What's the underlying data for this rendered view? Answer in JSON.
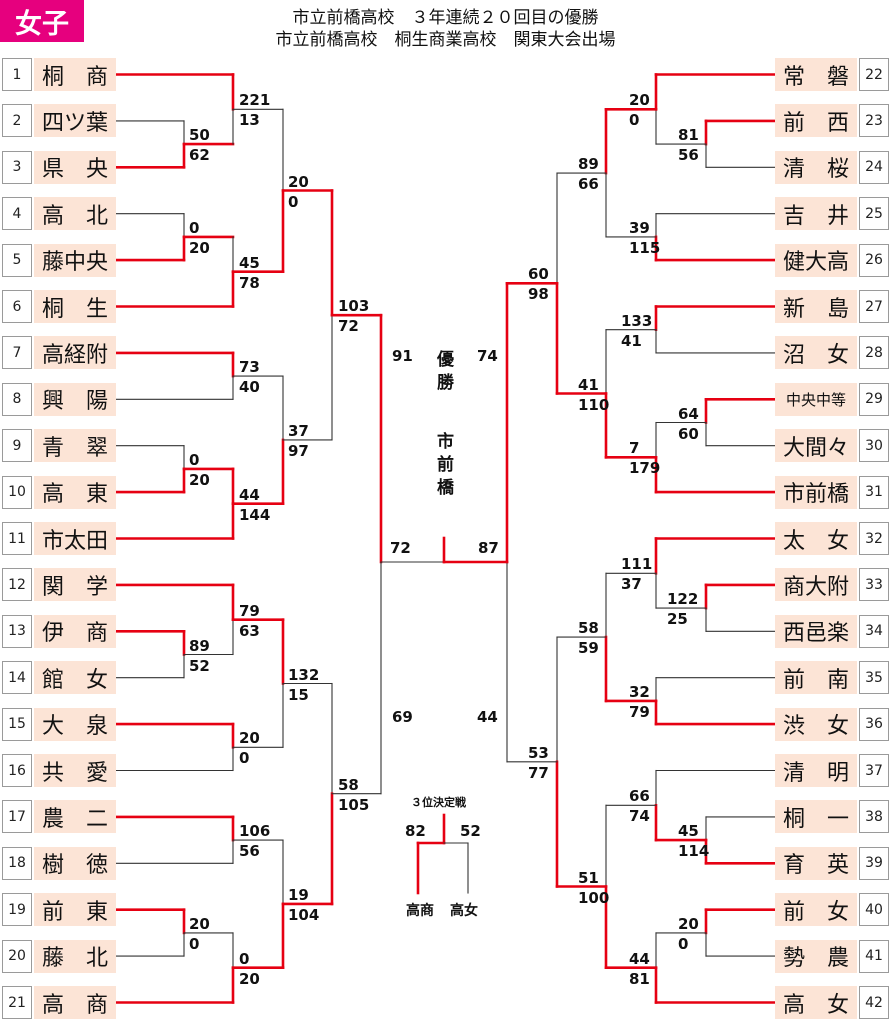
{
  "badge": "女子",
  "title_line1": "市立前橋高校　３年連続２０回目の優勝",
  "title_line2": "市立前橋高校　桐生商業高校　関東大会出場",
  "champion_label": "優勝",
  "champion_name": "市前橋",
  "third_place_label": "３位決定戦",
  "colors": {
    "win": "#e60012",
    "lose": "#333333",
    "badge": "#e6007e",
    "name_bg": "#fce4d6"
  },
  "left_teams": [
    {
      "num": "1",
      "name": "桐　商"
    },
    {
      "num": "2",
      "name": "四ツ葉"
    },
    {
      "num": "3",
      "name": "県　央"
    },
    {
      "num": "4",
      "name": "高　北"
    },
    {
      "num": "5",
      "name": "藤中央"
    },
    {
      "num": "6",
      "name": "桐　生"
    },
    {
      "num": "7",
      "name": "高経附"
    },
    {
      "num": "8",
      "name": "興　陽"
    },
    {
      "num": "9",
      "name": "青　翠"
    },
    {
      "num": "10",
      "name": "高　東"
    },
    {
      "num": "11",
      "name": "市太田"
    },
    {
      "num": "12",
      "name": "関　学"
    },
    {
      "num": "13",
      "name": "伊　商"
    },
    {
      "num": "14",
      "name": "館　女"
    },
    {
      "num": "15",
      "name": "大　泉"
    },
    {
      "num": "16",
      "name": "共　愛"
    },
    {
      "num": "17",
      "name": "農　二"
    },
    {
      "num": "18",
      "name": "樹　徳"
    },
    {
      "num": "19",
      "name": "前　東"
    },
    {
      "num": "20",
      "name": "藤　北"
    },
    {
      "num": "21",
      "name": "高　商"
    }
  ],
  "right_teams": [
    {
      "num": "22",
      "name": "常　磐"
    },
    {
      "num": "23",
      "name": "前　西"
    },
    {
      "num": "24",
      "name": "清　桜"
    },
    {
      "num": "25",
      "name": "吉　井"
    },
    {
      "num": "26",
      "name": "健大高"
    },
    {
      "num": "27",
      "name": "新　島"
    },
    {
      "num": "28",
      "name": "沼　女"
    },
    {
      "num": "29",
      "name": "中央中等"
    },
    {
      "num": "30",
      "name": "大間々"
    },
    {
      "num": "31",
      "name": "市前橋"
    },
    {
      "num": "32",
      "name": "太　女"
    },
    {
      "num": "33",
      "name": "商大附"
    },
    {
      "num": "34",
      "name": "西邑楽"
    },
    {
      "num": "35",
      "name": "前　南"
    },
    {
      "num": "36",
      "name": "渋　女"
    },
    {
      "num": "37",
      "name": "清　明"
    },
    {
      "num": "38",
      "name": "桐　一"
    },
    {
      "num": "39",
      "name": "育　英"
    },
    {
      "num": "40",
      "name": "前　女"
    },
    {
      "num": "41",
      "name": "勢　農"
    },
    {
      "num": "42",
      "name": "高　女"
    }
  ],
  "scores": {
    "l_1": {
      "top": "221",
      "bot": "13"
    },
    "l_2_3": {
      "top": "50",
      "bot": "62"
    },
    "l_4_5": {
      "top": "0",
      "bot": "20"
    },
    "l_6": {
      "top": "45",
      "bot": "78"
    },
    "l_r2a": {
      "top": "20",
      "bot": "0"
    },
    "l_7_8": {
      "top": "73",
      "bot": "40"
    },
    "l_9_10": {
      "top": "0",
      "bot": "20"
    },
    "l_11": {
      "top": "44",
      "bot": "144"
    },
    "l_r2b": {
      "top": "37",
      "bot": "97"
    },
    "l_qf1": {
      "top": "103",
      "bot": "72"
    },
    "l_12": {
      "top": "79",
      "bot": "63"
    },
    "l_13_14": {
      "top": "89",
      "bot": "52"
    },
    "l_15_16": {
      "top": "20",
      "bot": "0"
    },
    "l_r2c": {
      "top": "132",
      "bot": "15"
    },
    "l_17_18": {
      "top": "106",
      "bot": "56"
    },
    "l_19_20": {
      "top": "20",
      "bot": "0"
    },
    "l_21": {
      "top": "0",
      "bot": "20"
    },
    "l_r2d": {
      "top": "19",
      "bot": "104"
    },
    "l_qf2": {
      "top": "58",
      "bot": "105"
    },
    "l_sf_top": "91",
    "l_sf_bot": "69",
    "final_left": "72",
    "final_right": "87",
    "r_sf_top": "74",
    "r_sf_bot": "44",
    "r_22": {
      "top": "20",
      "bot": "0"
    },
    "r_23_24": {
      "top": "81",
      "bot": "56"
    },
    "r_r2a": {
      "top": "89",
      "bot": "66"
    },
    "r_25_26": {
      "top": "39",
      "bot": "115"
    },
    "r_qf1": {
      "top": "60",
      "bot": "98"
    },
    "r_27_28": {
      "top": "133",
      "bot": "41"
    },
    "r_29_30": {
      "top": "64",
      "bot": "60"
    },
    "r_31": {
      "top": "7",
      "bot": "179"
    },
    "r_r2b": {
      "top": "41",
      "bot": "110"
    },
    "r_32": {
      "top": "111",
      "bot": "37"
    },
    "r_33_34": {
      "top": "122",
      "bot": "25"
    },
    "r_r2c": {
      "top": "58",
      "bot": "59"
    },
    "r_35_36": {
      "top": "32",
      "bot": "79"
    },
    "r_qf2": {
      "top": "53",
      "bot": "77"
    },
    "r_37": {
      "top": "66",
      "bot": "74"
    },
    "r_38_39": {
      "top": "45",
      "bot": "114"
    },
    "r_r2d": {
      "top": "51",
      "bot": "100"
    },
    "r_40_41": {
      "top": "20",
      "bot": "0"
    },
    "r_42": {
      "top": "44",
      "bot": "81"
    },
    "third_left": "82",
    "third_right": "52"
  },
  "third_place_teams": {
    "left": "高商",
    "right": "高女"
  }
}
